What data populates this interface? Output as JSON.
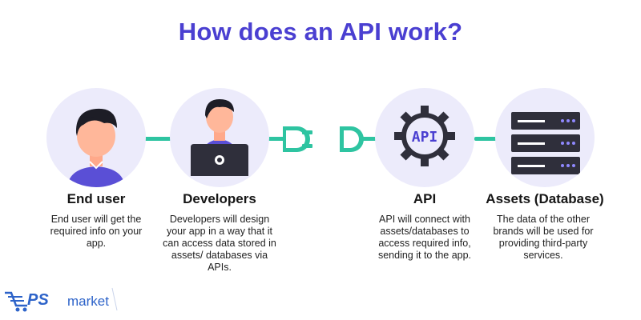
{
  "title": "How does an API work?",
  "steps": [
    {
      "label": "End user",
      "desc": "End user will get the required info on your app."
    },
    {
      "label": "Developers",
      "desc": "Developers will design your app in a way that it can access data stored in assets/ databases via APIs."
    },
    {
      "label": "API",
      "desc": "API will connect with assets/databases to access required info, sending it to the app."
    },
    {
      "label": "Assets (Database)",
      "desc": "The data of the other brands will be used for providing third-party services."
    }
  ],
  "api_badge": "API",
  "logo": {
    "mark": "PS",
    "word": "market"
  },
  "colors": {
    "accent": "#4a3fd1",
    "connector": "#2ec4a1",
    "circle": "#ecebfb",
    "dark": "#2f2f3b"
  }
}
